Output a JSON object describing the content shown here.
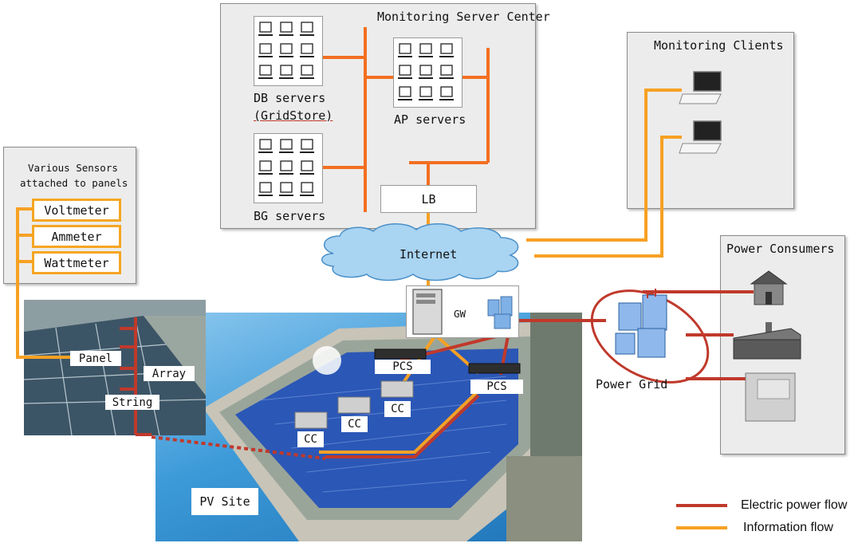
{
  "server_center": {
    "title": "Monitoring Server Center",
    "db_label_1": "DB servers",
    "db_label_2": "(GridStore)",
    "ap_label": "AP servers",
    "bg_label": "BG servers",
    "lb_label": "LB"
  },
  "clients": {
    "title": "Monitoring Clients"
  },
  "sensors": {
    "title_1": "Various Sensors",
    "title_2": "attached to panels",
    "items": [
      "Voltmeter",
      "Ammeter",
      "Wattmeter"
    ]
  },
  "internet": {
    "label": "Internet"
  },
  "pv": {
    "gw_label": "GW",
    "pcs_label": "PCS",
    "cc_label": "CC",
    "site_label": "PV Site",
    "panel_label": "Panel",
    "array_label": "Array",
    "string_label": "String"
  },
  "grid": {
    "label": "Power Grid"
  },
  "consumers": {
    "title": "Power Consumers"
  },
  "legend": {
    "electric_label": "Electric power flow",
    "info_label": "Information flow"
  },
  "colors": {
    "electric": "#c0392b",
    "information": "#f7941d",
    "panel_bg": "#ececec",
    "sea": "#2f8fce",
    "solar": "#2a55b8"
  }
}
